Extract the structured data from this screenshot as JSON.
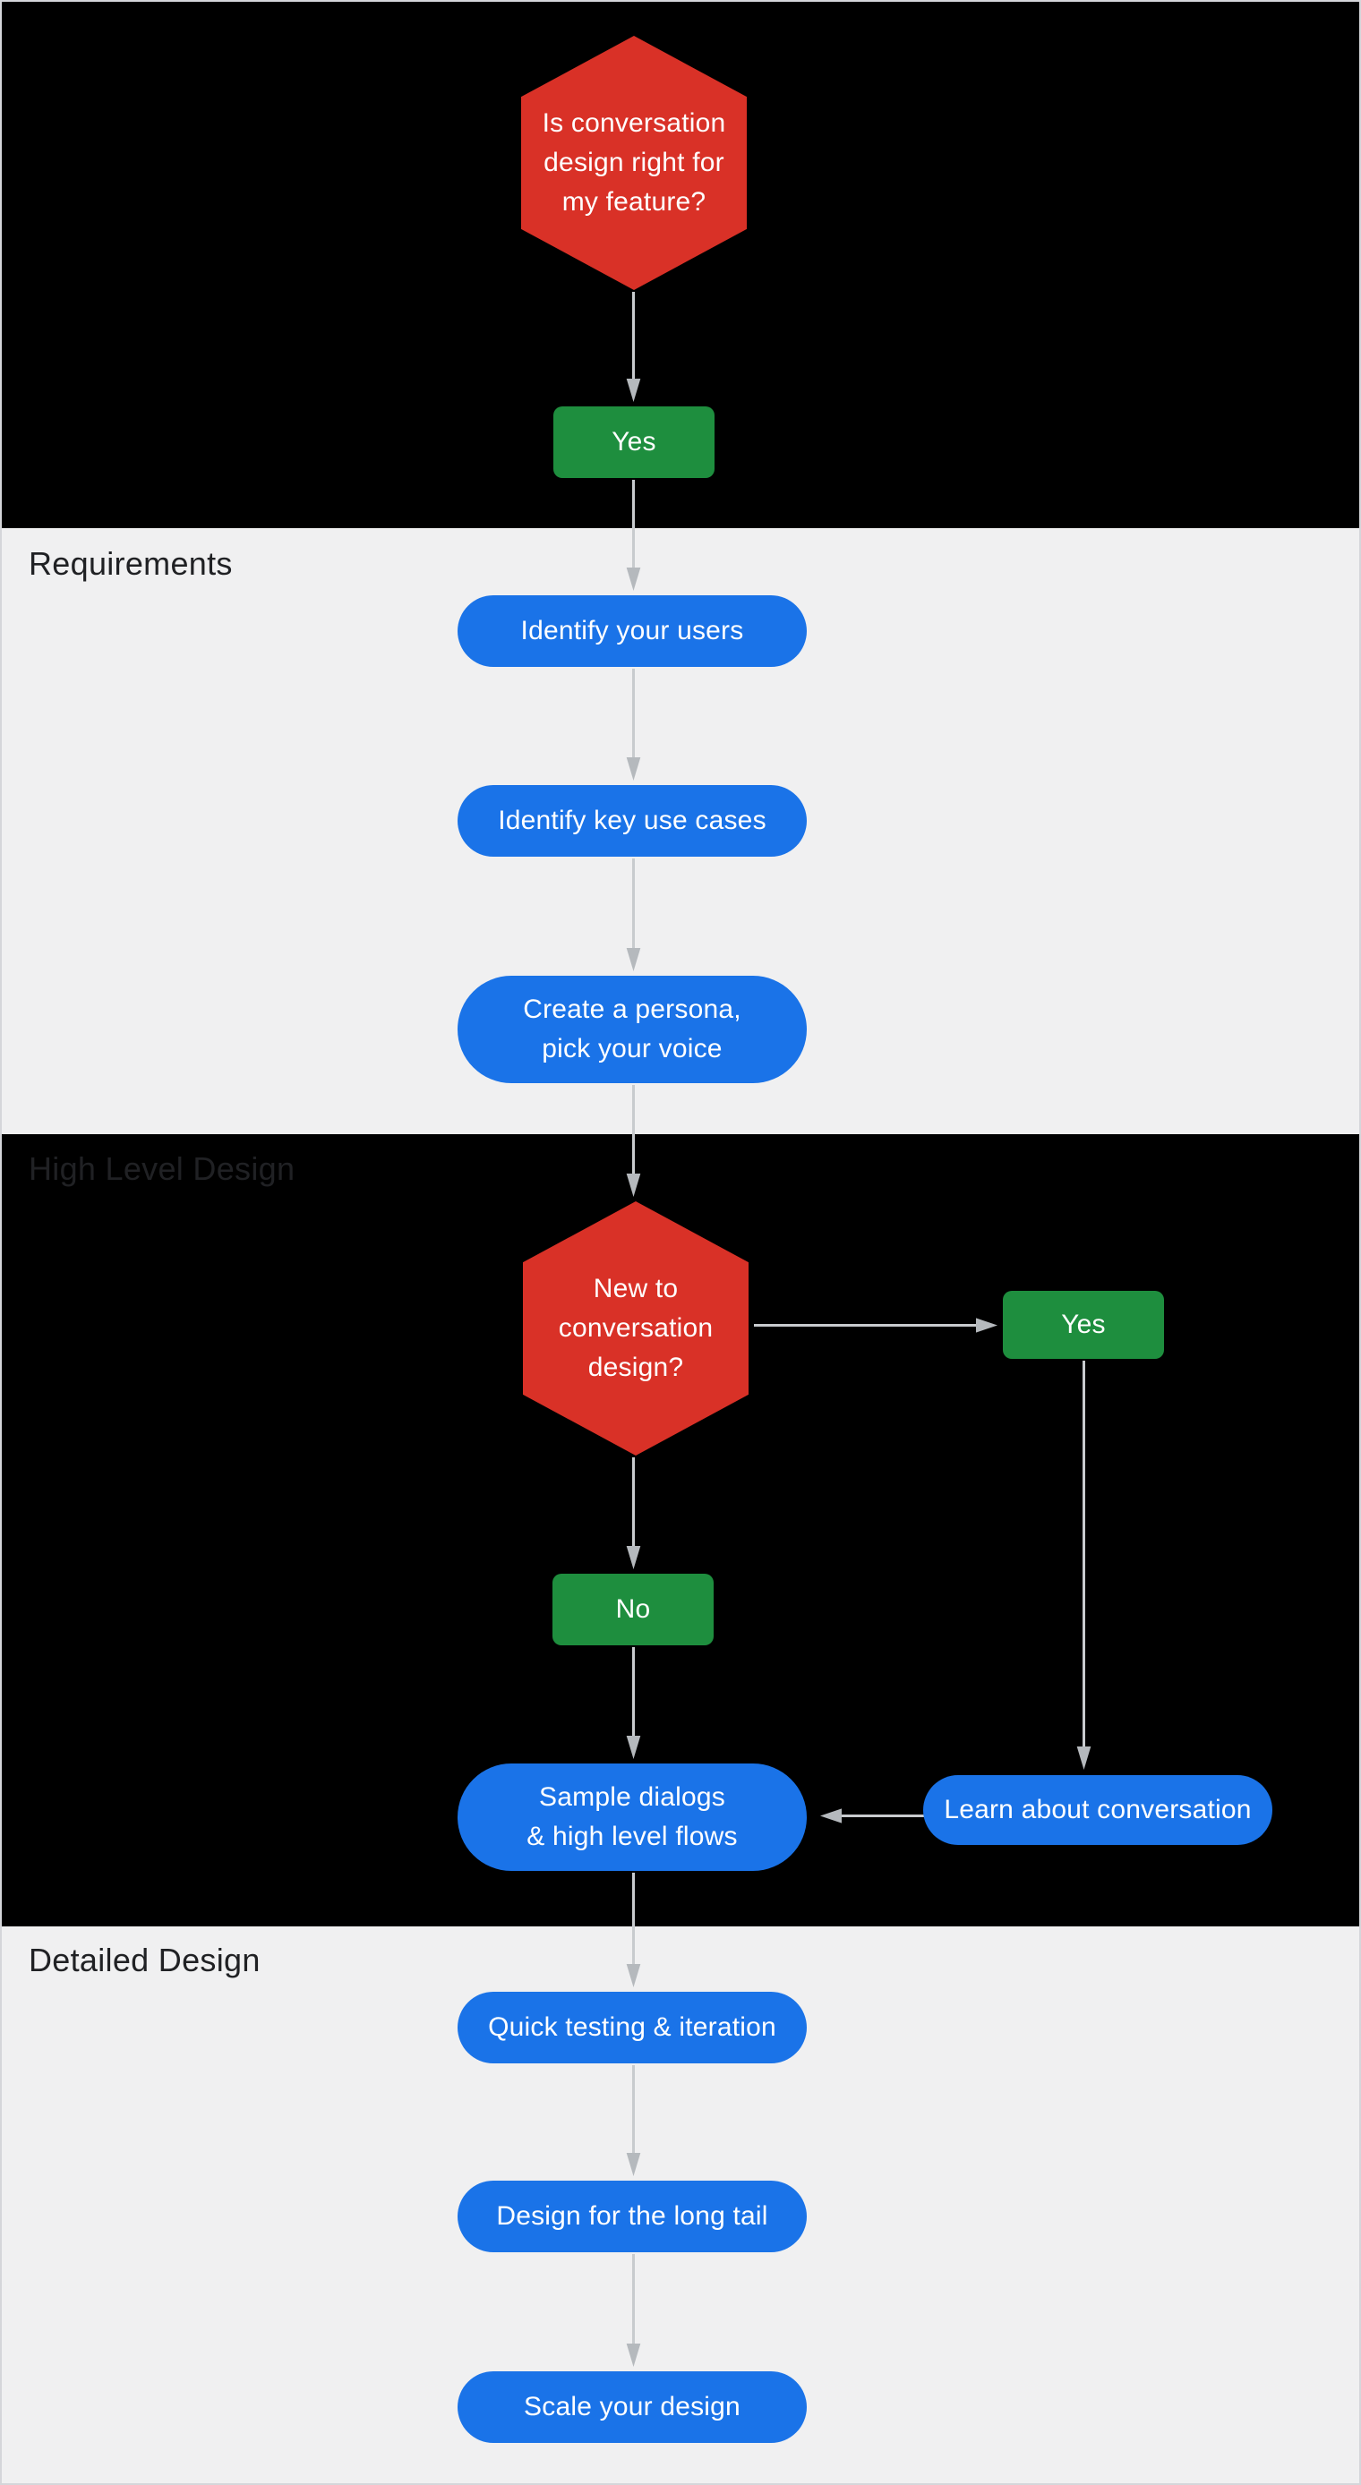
{
  "sections": {
    "requirements": "Requirements",
    "high_level_design": "High Level Design",
    "detailed_design": "Detailed Design"
  },
  "nodes": {
    "q_is_conversation_design_right": {
      "line1": "Is conversation",
      "line2": "design right for",
      "line3": "my feature?"
    },
    "yes_start": "Yes",
    "identify_users": "Identify your users",
    "identify_use_cases": "Identify key use cases",
    "create_persona": {
      "line1": "Create a persona,",
      "line2": "pick your voice"
    },
    "q_new_to_conversation_design": {
      "line1": "New to",
      "line2": "conversation",
      "line3": "design?"
    },
    "yes_new": "Yes",
    "no_new": "No",
    "sample_dialogs": {
      "line1": "Sample dialogs",
      "line2": "& high level flows"
    },
    "learn_about_conversation": "Learn about conversation",
    "quick_testing": "Quick testing & iteration",
    "design_long_tail": "Design for the long tail",
    "scale_design": "Scale your design"
  },
  "colors": {
    "decision_red": "#d93127",
    "step_blue": "#1a73e8",
    "answer_green": "#1e8e3e",
    "section_dark_bg": "#000000",
    "section_light_bg": "#f0f0f1",
    "section_label_text": "#202124",
    "node_text": "#ffffff",
    "arrow_line": "#c8cbce",
    "arrow_head": "#b5b9bd"
  }
}
